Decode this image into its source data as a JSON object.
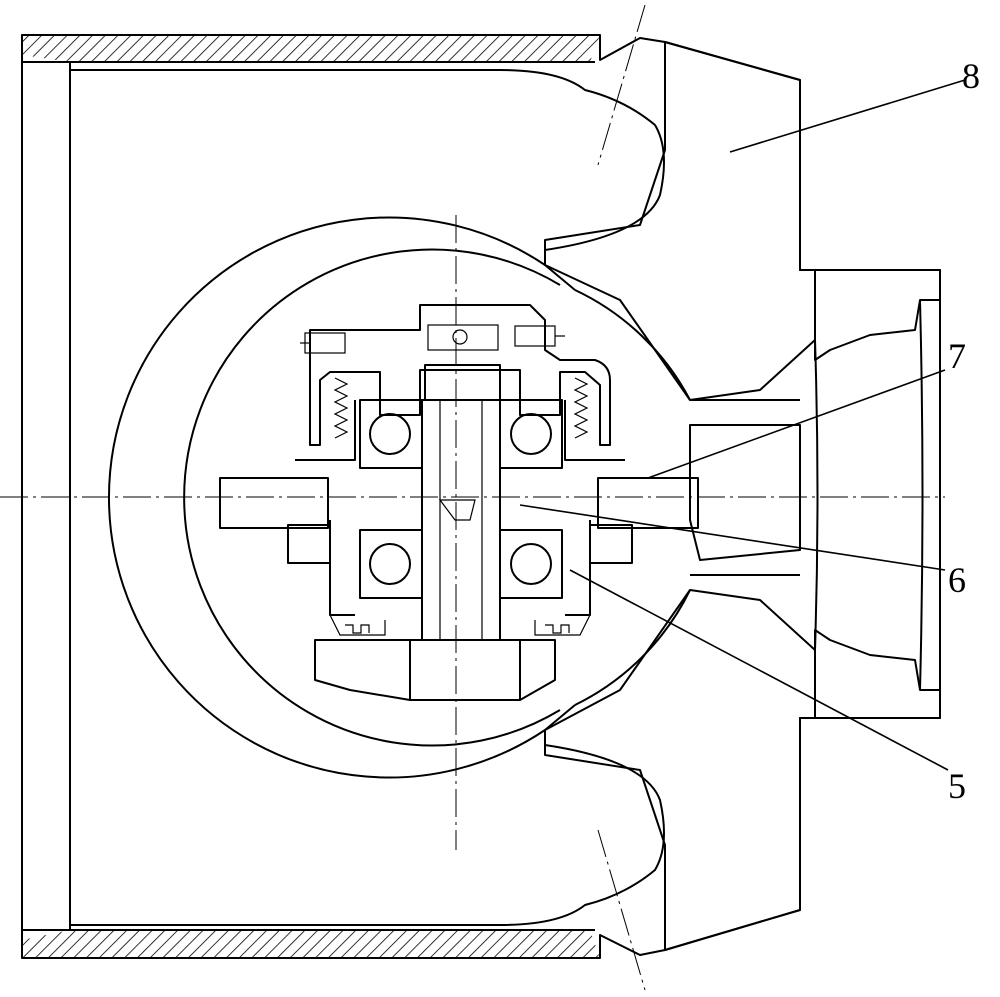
{
  "drawing": {
    "type": "mechanical cross-section",
    "line_color": "#000000",
    "background": "#ffffff"
  },
  "callouts": [
    {
      "id": "8",
      "label": "8"
    },
    {
      "id": "7",
      "label": "7"
    },
    {
      "id": "6",
      "label": "6"
    },
    {
      "id": "5",
      "label": "5"
    }
  ]
}
